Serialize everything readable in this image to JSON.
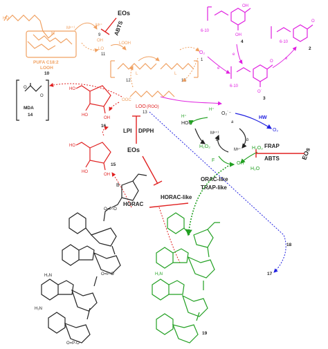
{
  "labels": {
    "eos_top": "EOs",
    "abts_top": "ABTS",
    "num9": "9",
    "oh_top": "OH",
    "looh_top": "LOOH",
    "lo_top": "LO",
    "num11": "11",
    "m_n1": "Mⁿ⁺¹",
    "m_n": "Mⁿ⁺",
    "pufa_line1": "PUFA C18:2",
    "pufa_line2": "LOOH",
    "num10": "10",
    "o2_a": "O₂",
    "num1": "1",
    "num12a": "12",
    "num12b": "12",
    "ooc": "OOC",
    "loo": "LOO",
    "roo": "(ROO)",
    "num13": "13",
    "mda": "MDA",
    "num14": "14",
    "num16": "16",
    "num15": "15",
    "lpi": "LPI",
    "dpph": "DPPH",
    "eos_mid": "EOs",
    "horac_like": "HORAC-like",
    "horac": "HORAC",
    "orac_like": "ORAC-like",
    "trap_like": "TRAP-like",
    "frap": "FRAP",
    "abts_right": "ABTS",
    "eos_right": "EOs",
    "hw": "HW",
    "h_plus_a": "H⁺",
    "h_plus_b": "H⁺",
    "o2_rad": "O₂˙⁻",
    "hooh": "HOO",
    "h2o2_a": "H₂O₂",
    "h2o2_b": "H₂O₂",
    "o2_b": "O₂",
    "oh_rad": "OH",
    "h2o": "H₂O",
    "m_loop_a": "Mⁿ⁺¹",
    "m_loop_b": "Mⁿ⁺",
    "e_a": "e",
    "e_b": "e",
    "e_c": "e",
    "e_d": "e",
    "f_lbl": "F",
    "num4": "4",
    "num2": "2",
    "num3": "3",
    "range_a": "6-10",
    "range_b": "6-10",
    "range_c": "6-10",
    "num18": "18",
    "num17": "17",
    "num19": "19",
    "b_lbl": "B",
    "h2n_a": "H₂N",
    "h2n_b": "H₂N",
    "h2n_c": "H₂N",
    "phos": "O=P-O",
    "aa": "a",
    "bb": "b"
  },
  "colors": {
    "orange": "#f0a060",
    "red": "#e02020",
    "magenta": "#e020e0",
    "green": "#22a022",
    "blue": "#2020e0",
    "black": "#222222"
  }
}
